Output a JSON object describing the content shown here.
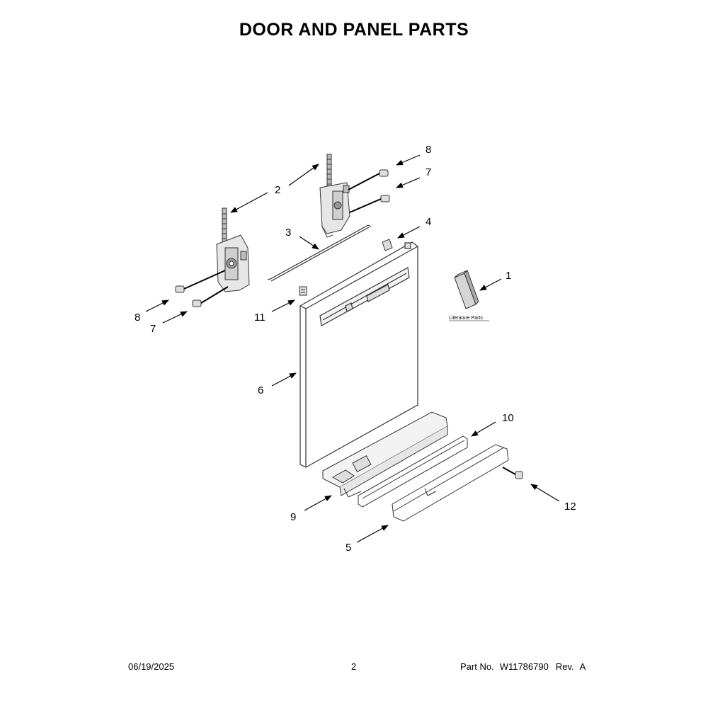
{
  "title": "DOOR AND PANEL PARTS",
  "callouts": [
    {
      "id": "c8a",
      "label": "8"
    },
    {
      "id": "c7a",
      "label": "7"
    },
    {
      "id": "c2",
      "label": "2"
    },
    {
      "id": "c4",
      "label": "4"
    },
    {
      "id": "c3",
      "label": "3"
    },
    {
      "id": "c1",
      "label": "1"
    },
    {
      "id": "c8b",
      "label": "8"
    },
    {
      "id": "c7b",
      "label": "7"
    },
    {
      "id": "c11",
      "label": "11"
    },
    {
      "id": "c6",
      "label": "6"
    },
    {
      "id": "c10",
      "label": "10"
    },
    {
      "id": "c12",
      "label": "12"
    },
    {
      "id": "c9",
      "label": "9"
    },
    {
      "id": "c5",
      "label": "5"
    }
  ],
  "literature_label": "Literature Parts",
  "footer": {
    "date": "06/19/2025",
    "page": "2",
    "part_label": "Part No.",
    "part_number": "W11786790",
    "rev_label": "Rev.",
    "rev_value": "A"
  }
}
